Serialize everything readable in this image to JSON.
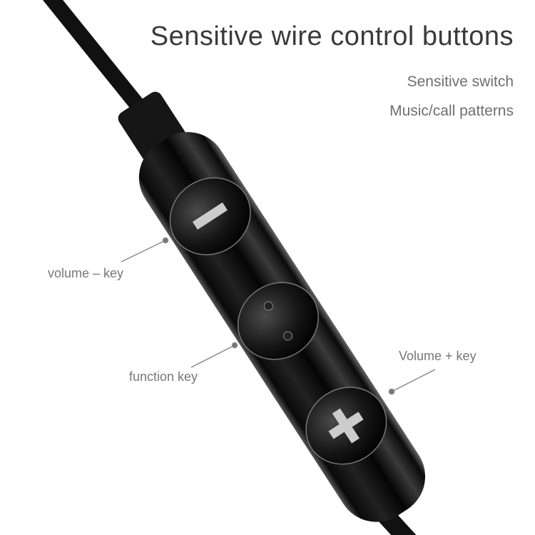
{
  "title": "Sensitive wire control buttons",
  "features": [
    "Sensitive switch",
    "Music/call patterns"
  ],
  "labels": {
    "volume_minus": "volume – key",
    "function": "function key",
    "volume_plus": "Volume + key"
  },
  "colors": {
    "body": "#111111",
    "text": "#3a3a3a",
    "label": "#777777"
  }
}
